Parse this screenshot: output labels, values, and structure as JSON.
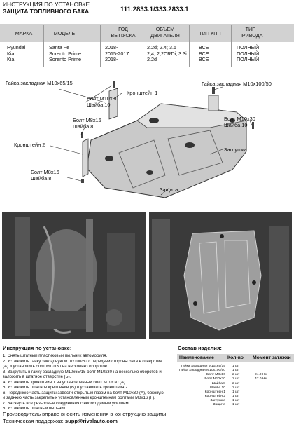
{
  "header": {
    "title_line1": "ИНСТРУКЦИЯ ПО УСТАНОВКЕ",
    "title_line2": "ЗАЩИТА ТОПЛИВНОГО БАКА",
    "part_numbers": "111.2833.1/333.2833.1"
  },
  "spec_table": {
    "columns": [
      "МАРКА",
      "МОДЕЛЬ",
      "ГОД ВЫПУСКА",
      "ОБЪЕМ ДВИГАТЕЛЯ",
      "ТИП КПП",
      "ТИП ПРИВОДА"
    ],
    "column_lines": [
      [
        "МАРКА"
      ],
      [
        "МОДЕЛЬ"
      ],
      [
        "ГОД",
        "ВЫПУСКА"
      ],
      [
        "ОБЪЕМ",
        "ДВИГАТЕЛЯ"
      ],
      [
        "ТИП КПП"
      ],
      [
        "ТИП",
        "ПРИВОДА"
      ]
    ],
    "rows": [
      [
        "Hyundai",
        "Santa Fe",
        "2018-",
        "2.2d; 2.4; 3.5",
        "ВСЕ",
        "ПОЛНЫЙ"
      ],
      [
        "Kia",
        "Sorento Prime",
        "2015-2017",
        "2,4; 2,2CRDi; 3.3i",
        "ВСЕ",
        "ПОЛНЫЙ"
      ],
      [
        "Kia",
        "Sorento Prime",
        "2018-",
        "2.2d",
        "ВСЕ",
        "ПОЛНЫЙ"
      ]
    ]
  },
  "diagram": {
    "callouts": [
      "Гайка закладная М10х65/15",
      "Кронштейн 1",
      "Болт М10х30",
      "Шайба 10",
      "Болт М8х16",
      "Шайба 8",
      "Кронштейн 2",
      "Болт М8х16",
      "Шайба 8",
      "Гайка закладная М10х100/50",
      "Болт М10х30",
      "Шайба 10",
      "Заглушка",
      "Защита"
    ]
  },
  "instructions": {
    "title": "Инструкция по установке:",
    "steps": [
      "1. Снять штатный пластиковый пыльник автомобиля.",
      "2. Установить гайку закладную М10х100/50 с передней стороны бака в отверстие",
      "(А) и установить болт М10х30 на несколько оборотов.",
      "3. Закрутить в гайку закладную М10х65/15 болт М10х30 на несколько оборотов и",
      "заложить в штатное отверстие (Б).",
      "4. Установить кронштейн 1 на установленный болт М10х30 (А).",
      "5. Установить штатное крепление (В) и установить кронштейн 2.",
      "6. Переднюю часть защиты завести открытым пазом на болт М10х30 (А), боковую",
      "и заднюю часть закрепить к установленным кронштейнам болтами М8х16 (Г).",
      "7. Затянуть все резьбовые соединения с необходимым усилием.",
      "8. Установить штатный пыльник."
    ]
  },
  "components": {
    "title": "Состав изделия:",
    "headers": [
      "Наименование",
      "Кол-во",
      "Момент затяжки"
    ],
    "rows": [
      [
        "Гайка закладная М10х65/15",
        "1 шт",
        ""
      ],
      [
        "Гайка закладная М10х100/50",
        "1 шт",
        ""
      ],
      [
        "Болт М8х16",
        "2 шт",
        "24.0 Нм"
      ],
      [
        "Болт М10х30",
        "2 шт",
        "47.0 Нм"
      ],
      [
        "Шайба 8",
        "2 шт",
        ""
      ],
      [
        "Шайба 10",
        "2 шт",
        ""
      ],
      [
        "Кронштейн 1",
        "1 шт",
        ""
      ],
      [
        "Кронштейн 2",
        "1 шт",
        ""
      ],
      [
        "Заглушка",
        "1 шт",
        ""
      ],
      [
        "Защита",
        "1 шт",
        ""
      ]
    ]
  },
  "footer": {
    "line1": "Производитель вправе вносить изменения в конструкцию защиты.",
    "line2_prefix": "Техническая поддержка: ",
    "email": "supp@rivalauto.com"
  },
  "colors": {
    "header_band": "#d2d2d2",
    "photo_background": "#2f2f2f",
    "plate_fill": "#c9c9c9"
  }
}
